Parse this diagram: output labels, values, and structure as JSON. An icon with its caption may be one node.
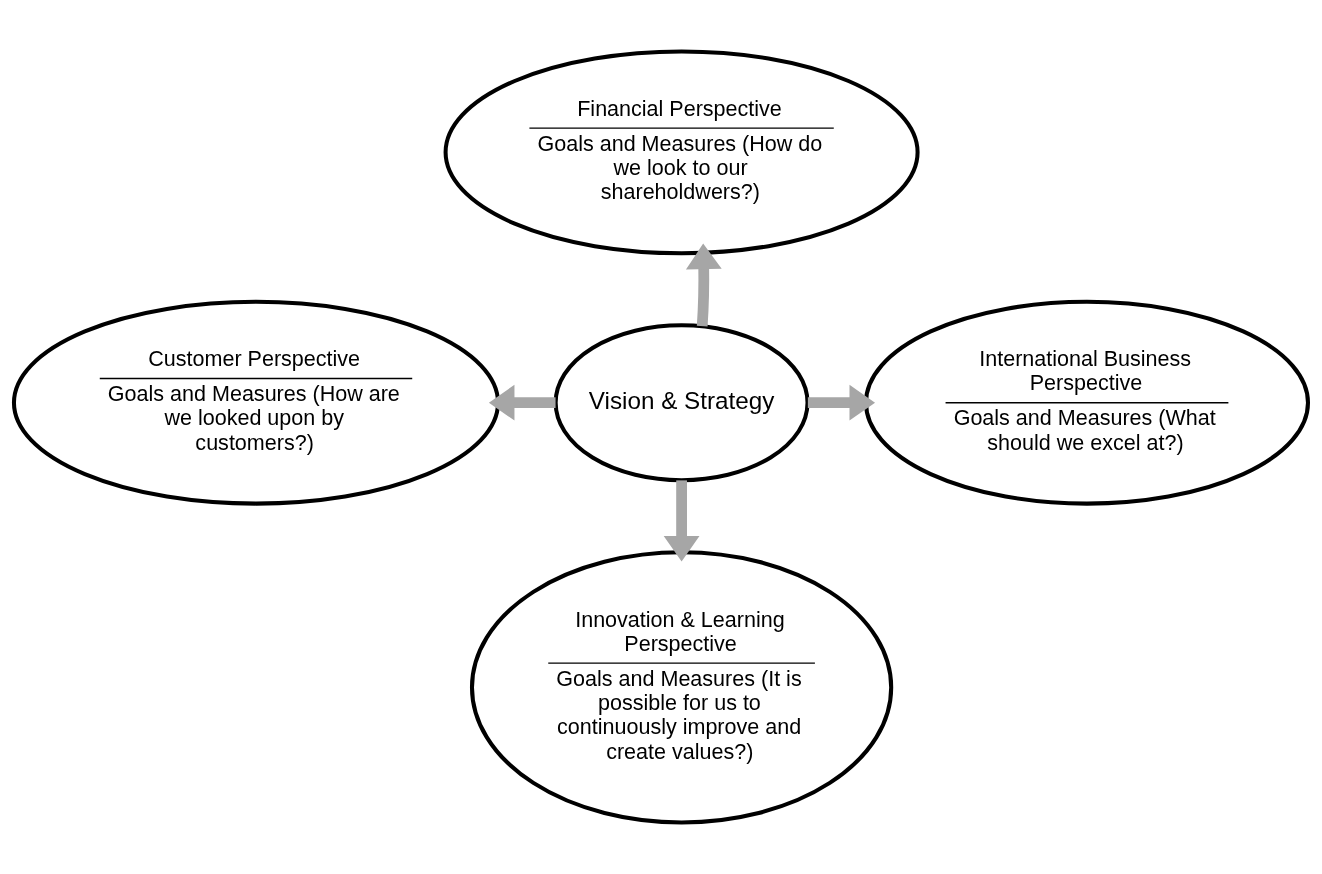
{
  "diagram": {
    "nodes": [
      {
        "text": [
          "Financial Perspective",
          "Goals and Measures (How do we look to our shareholdwers?)"
        ]
      },
      {
        "text": [
          "Customer Perspective",
          "Goals and Measures (How are we looked upon by customers?)"
        ]
      },
      {
        "text": [
          "Vision & Strategy"
        ]
      },
      {
        "text": [
          "International Business Perspective",
          "Goals and Measures (What should we excel at?)"
        ]
      },
      {
        "text": [
          "Innovation & Learning Perspective",
          "Goals and Measures (It is possible for us to continuously improve and create values?)"
        ]
      }
    ],
    "edges": [
      {
        "from": 2,
        "to": 0,
        "arrow": "to"
      },
      {
        "from": 2,
        "to": 1,
        "arrow": "to"
      },
      {
        "from": 2,
        "to": 3,
        "arrow": "to"
      },
      {
        "from": 2,
        "to": 4,
        "arrow": "to"
      }
    ]
  }
}
